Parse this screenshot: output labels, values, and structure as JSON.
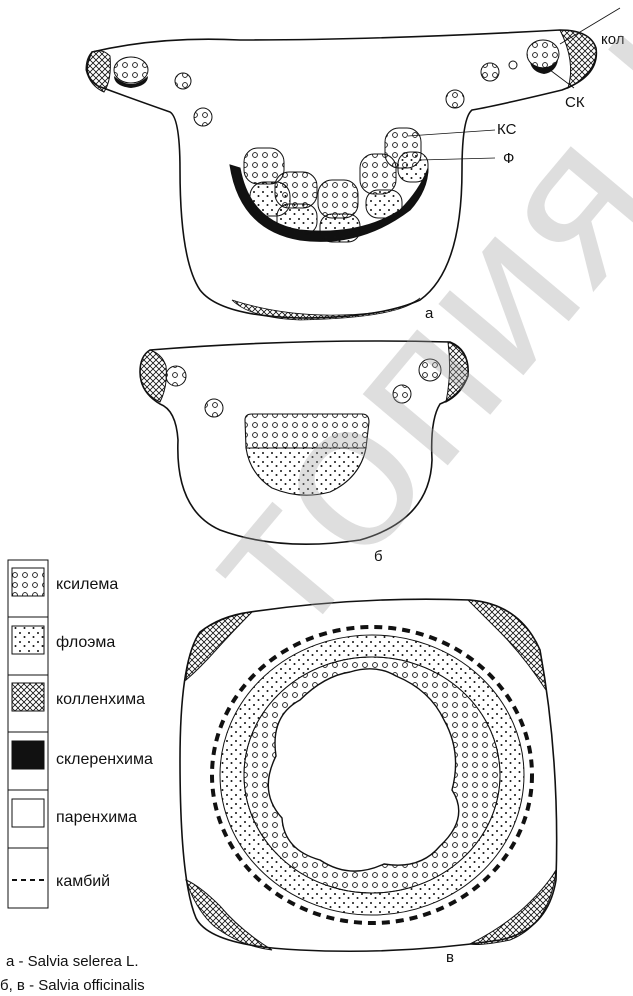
{
  "labels": {
    "kol": "кол",
    "sk": "СК",
    "ks": "КС",
    "f": "Ф",
    "panel_a": "а",
    "panel_b": "б",
    "panel_v": "в"
  },
  "legend": [
    {
      "label": "ксилема",
      "pattern": "xylem"
    },
    {
      "label": "флоэма",
      "pattern": "phloem"
    },
    {
      "label": "колленхима",
      "pattern": "collenchyma"
    },
    {
      "label": "склеренхима",
      "pattern": "sclerenchyma"
    },
    {
      "label": "паренхима",
      "pattern": "parenchyma"
    },
    {
      "label": "камбий",
      "pattern": "cambium"
    }
  ],
  "caption": {
    "line1": "а - Salvia selerea L.",
    "line2": "б, в - Salvia officinalis"
  },
  "watermark": "топия Ка",
  "colors": {
    "ink": "#111111",
    "paper": "#ffffff",
    "watermark": "#a0a0a0"
  }
}
